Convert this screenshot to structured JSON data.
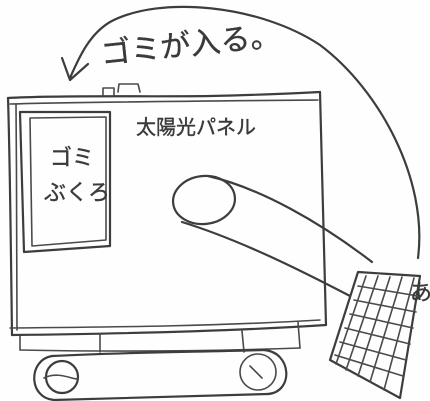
{
  "labels": {
    "trash_enters": "ゴミが入る。",
    "solar_panel": "太陽光パネル",
    "trash_bag_line1": "ゴミ",
    "trash_bag_line2": "ぶくろ",
    "edge_fragment": "あ"
  },
  "icons": {
    "arrow": "curved-arrow-icon",
    "net": "net-icon"
  }
}
